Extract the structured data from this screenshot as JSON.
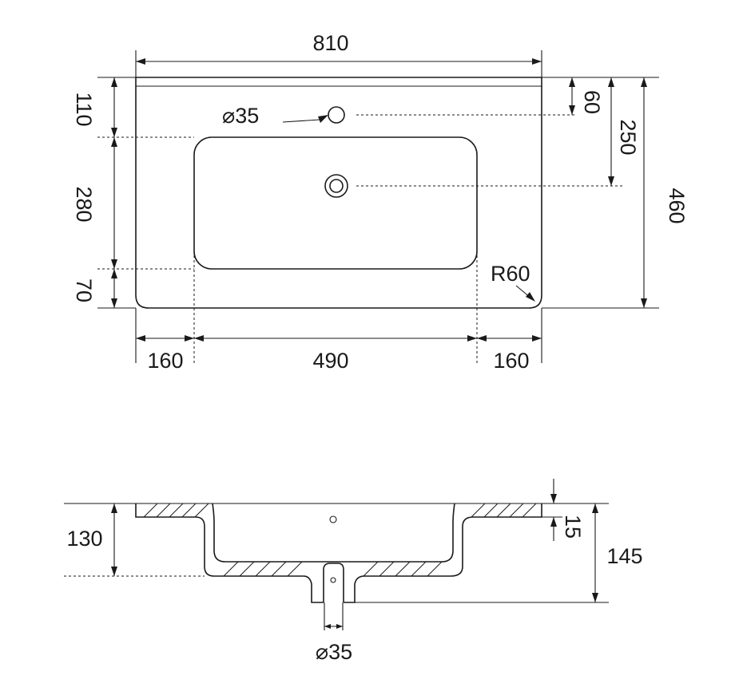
{
  "plan_view": {
    "labels": {
      "overall_width": "810",
      "top_margin": "110",
      "bowl_depth_plan": "280",
      "front_margin": "70",
      "tap_hole_label": "⌀35",
      "tap_hole_offset": "60",
      "drain_offset": "250",
      "overall_depth": "460",
      "corner_radius": "R60",
      "left_margin": "160",
      "bowl_width": "490",
      "right_margin": "160"
    }
  },
  "section_view": {
    "labels": {
      "bowl_depth": "130",
      "deck_thickness": "15",
      "overall_height": "145",
      "drain_diameter": "⌀35"
    }
  }
}
